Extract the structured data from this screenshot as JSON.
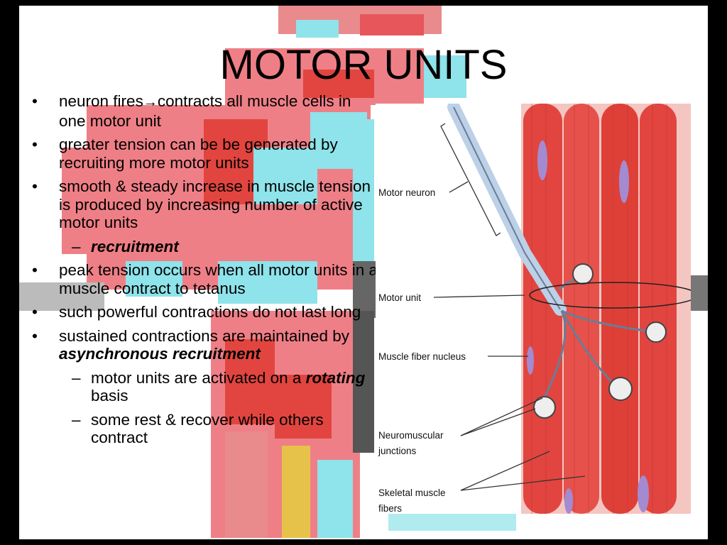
{
  "title": "MOTOR UNITS",
  "bullets": [
    {
      "a": "neuron fires",
      "arrow": "→",
      "b": "contracts all muscle cells in one motor unit"
    },
    {
      "text": "greater tension can be be generated by recruiting more motor units"
    },
    {
      "text": "smooth & steady increase in muscle tension is produced by increasing number of active motor units"
    },
    {
      "sub": "recruitment"
    },
    {
      "text": "peak tension occurs when all motor units in a muscle contract to tetanus"
    },
    {
      "text": "such powerful contractions do not last long"
    },
    {
      "a": "sustained contractions are maintained by ",
      "em": "asynchronous recruitment"
    },
    {
      "sub_a": "motor units are activated on a ",
      "sub_em": "rotating",
      "sub_b": " basis"
    },
    {
      "sub": "some rest & recover while others contract"
    }
  ],
  "figure_labels": {
    "motor_neuron": "Motor neuron",
    "motor_unit": "Motor unit",
    "nucleus": "Muscle fiber nucleus",
    "nmj_1": "Neuromuscular",
    "nmj_2": "junctions",
    "skeletal_1": "Skeletal muscle",
    "skeletal_2": "fibers"
  },
  "colors": {
    "muscle": "#e2453f",
    "muscle_bg": "#ef7f86",
    "cyan": "#8fe3ea",
    "nucleus": "#a48ad0",
    "nerve": "#cfe0f0"
  }
}
